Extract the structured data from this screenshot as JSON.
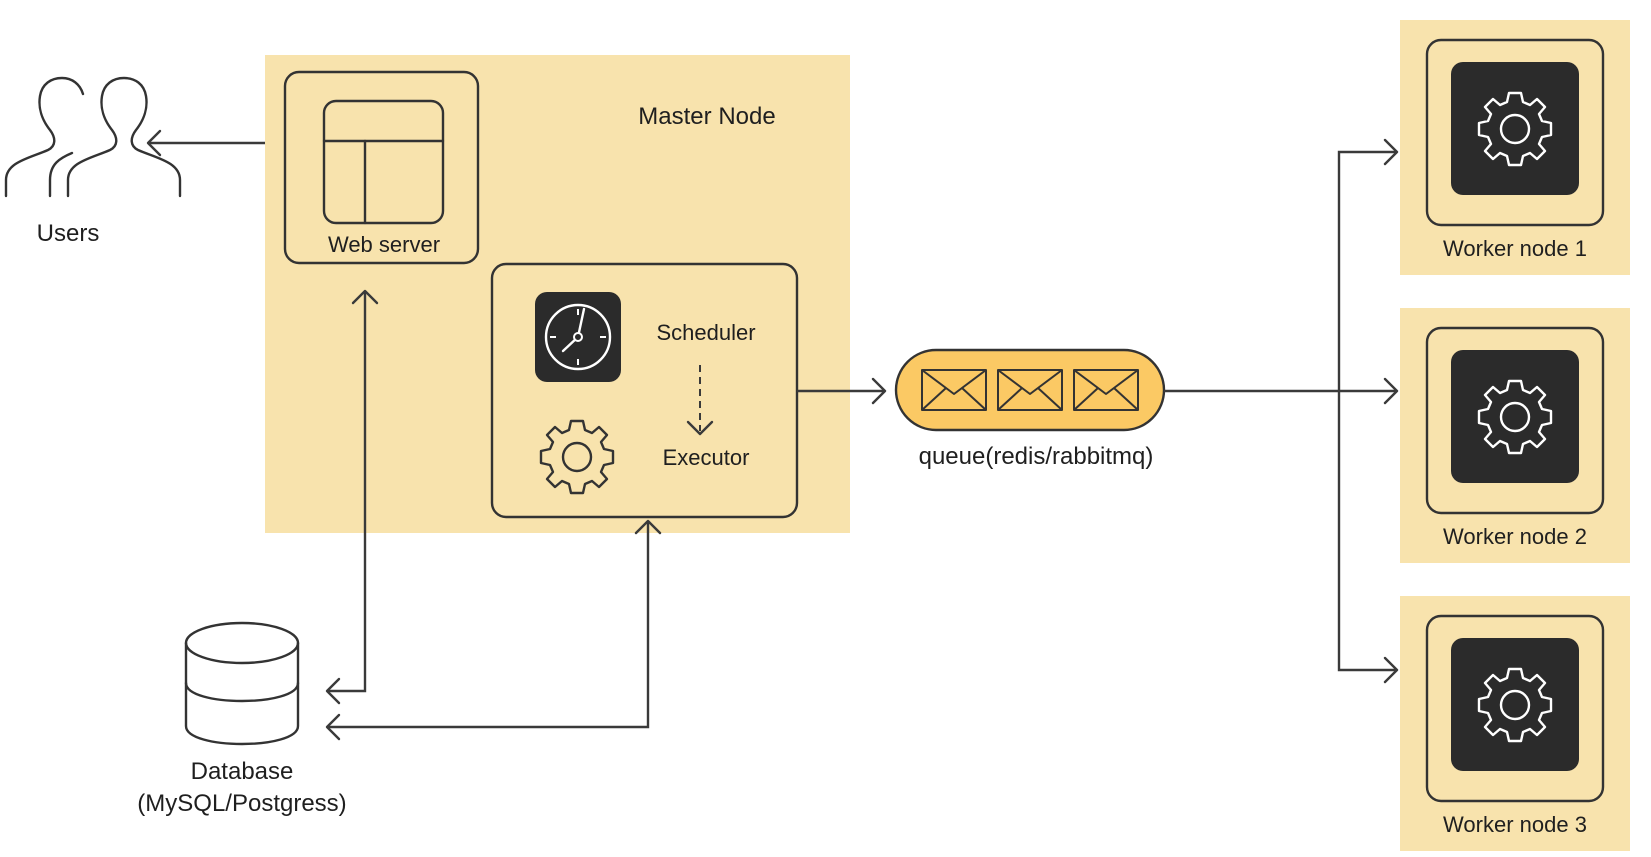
{
  "colors": {
    "panel_fill": "#f8e3ad",
    "queue_fill": "#fbc964",
    "dark_icon_bg": "#2b2b2b",
    "line": "#333333"
  },
  "labels": {
    "users": "Users",
    "web_server": "Web server",
    "master_node": "Master Node",
    "scheduler": "Scheduler",
    "executor": "Executor",
    "queue": "queue(redis/rabbitmq)",
    "database_line1": "Database",
    "database_line2": "(MySQL/Postgress)",
    "workers": [
      "Worker node 1",
      "Worker node 2",
      "Worker node 3"
    ]
  },
  "icons": {
    "users": "users-icon",
    "web_server": "web-layout-icon",
    "scheduler": "clock-icon",
    "executor": "gear-icon",
    "queue_messages": "envelope-icon",
    "database": "database-icon",
    "worker": "gear-icon"
  }
}
